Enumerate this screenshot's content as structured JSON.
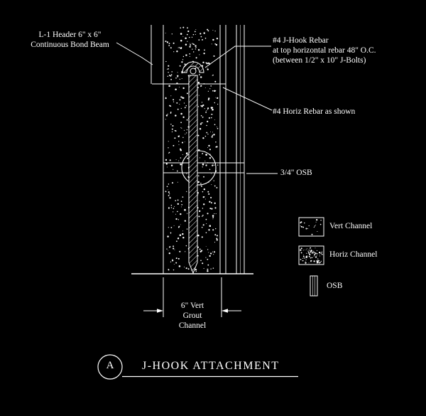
{
  "colors": {
    "background": "#000000",
    "ink": "#ffffff"
  },
  "annotations": {
    "header": {
      "line1": "L-1 Header  6\" x 6\"",
      "line2": "Continuous Bond Beam"
    },
    "jhook": {
      "line1": "#4 J-Hook Rebar",
      "line2": "at top horizontal rebar 48\" O.C.",
      "line3": "(between 1/2\" x 10\" J-Bolts)"
    },
    "horiz_rebar": "#4 Horiz Rebar as shown",
    "osb": "3/4\" OSB"
  },
  "legend": {
    "items": [
      {
        "symbol": "vert-channel-speckle",
        "label": "Vert Channel"
      },
      {
        "symbol": "horiz-channel-speckle-dense",
        "label": "Horiz Channel"
      },
      {
        "symbol": "osb-section",
        "label": "OSB"
      }
    ]
  },
  "dimension": {
    "line1": "6\" Vert",
    "line2": "Grout",
    "line3": "Channel"
  },
  "title_block": {
    "detail_letter": "A",
    "title": "J-HOOK ATTACHMENT"
  }
}
